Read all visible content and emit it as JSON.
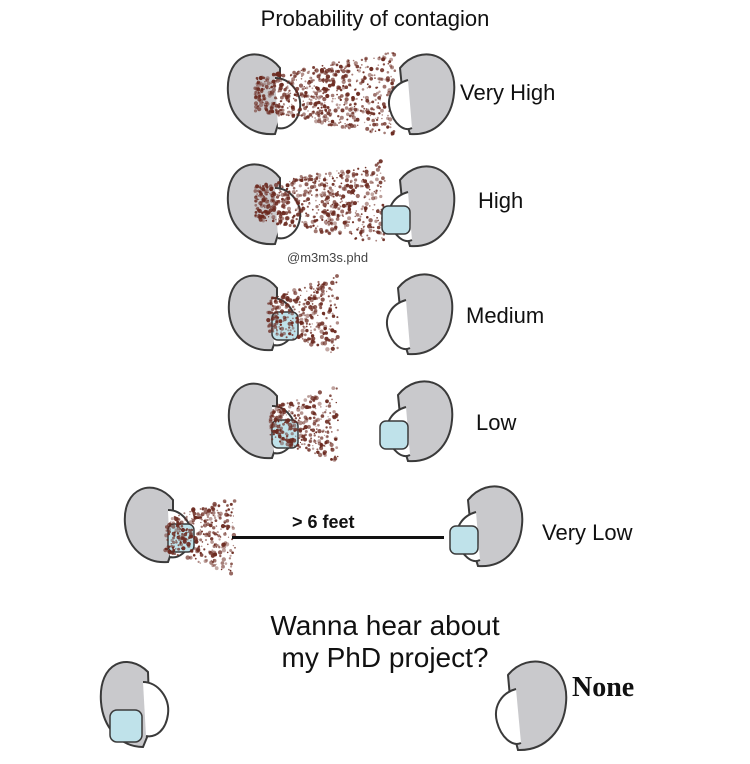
{
  "title": "Probability of contagion",
  "watermark": "@m3m3s.phd",
  "rows": [
    {
      "label": "Very High",
      "left_mask": false,
      "right_mask": false
    },
    {
      "label": "High",
      "left_mask": false,
      "right_mask": true
    },
    {
      "label": "Medium",
      "left_mask": true,
      "right_mask": false
    },
    {
      "label": "Low",
      "left_mask": true,
      "right_mask": true
    },
    {
      "label": "Very  Low",
      "left_mask": true,
      "right_mask": true
    }
  ],
  "distance_label": "> 6 feet",
  "punchline": {
    "text": "Wanna hear about my PhD project?",
    "result": "None"
  },
  "colors": {
    "hair": "#c9c9cc",
    "outline": "#3a3a3a",
    "mask": "#bfe2ea",
    "spray": "#6b2a20"
  }
}
